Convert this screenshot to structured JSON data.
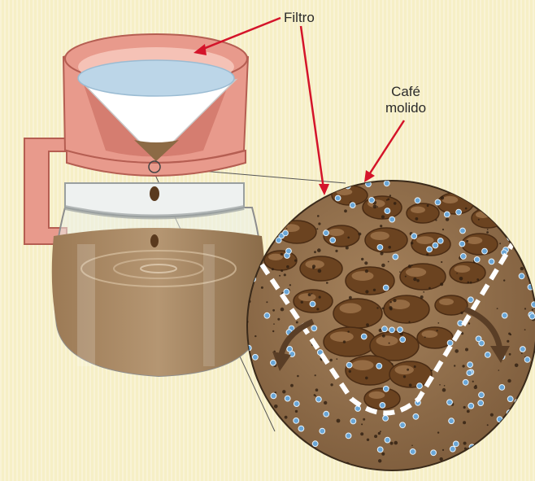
{
  "labels": {
    "filter": "Filtro",
    "ground_coffee_line1": "Café",
    "ground_coffee_line2": "molido"
  },
  "colors": {
    "background": "#f6efc6",
    "holder_pink": "#e89a8c",
    "holder_dark": "#c86a5d",
    "filter_paper": "#ffffff",
    "water": "#bcd6e8",
    "coffee_dark": "#5a3a1e",
    "coffee_mid": "#8c6a45",
    "grounds": "#6b4320",
    "water_dot": "#6aa6d6",
    "arrow_red": "#d4142a",
    "filter_dash": "#ffffff"
  },
  "icons": {
    "water_particles": "water-molecule-dots",
    "flow_arrows": "curved-flow-arrows"
  }
}
